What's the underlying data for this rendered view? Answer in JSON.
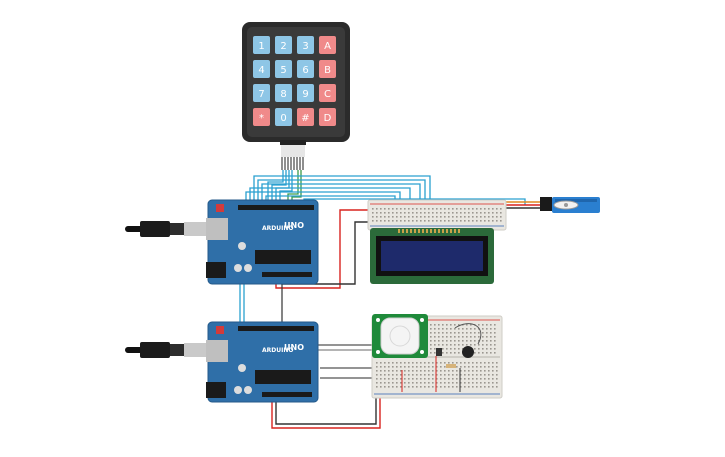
{
  "keypad": {
    "keys": [
      {
        "label": "1",
        "kind": "num"
      },
      {
        "label": "2",
        "kind": "num"
      },
      {
        "label": "3",
        "kind": "num"
      },
      {
        "label": "A",
        "kind": "fn"
      },
      {
        "label": "4",
        "kind": "num"
      },
      {
        "label": "5",
        "kind": "num"
      },
      {
        "label": "6",
        "kind": "num"
      },
      {
        "label": "B",
        "kind": "fn"
      },
      {
        "label": "7",
        "kind": "num"
      },
      {
        "label": "8",
        "kind": "num"
      },
      {
        "label": "9",
        "kind": "num"
      },
      {
        "label": "C",
        "kind": "fn"
      },
      {
        "label": "*",
        "kind": "fn"
      },
      {
        "label": "0",
        "kind": "num"
      },
      {
        "label": "#",
        "kind": "fn"
      },
      {
        "label": "D",
        "kind": "fn"
      }
    ]
  },
  "boards": {
    "top": {
      "brand": "ARDUINO",
      "model": "UNO"
    },
    "bottom": {
      "brand": "ARDUINO",
      "model": "UNO"
    }
  },
  "colors": {
    "board": "#2f6fa8",
    "board_edge": "#245a8a",
    "key_num": "#8ec6e6",
    "key_fn": "#f08a8a",
    "wire_blue": "#2aa0d0",
    "wire_red": "#d9231f",
    "wire_black": "#333333",
    "wire_gray": "#888888",
    "lcd_frame": "#2b6a3a",
    "lcd_screen": "#1e2a6b",
    "pir_board": "#1f8a3a",
    "servo": "#2a7fd0",
    "breadboard": "#e9e7e1"
  },
  "icons": [
    "usb-cable-icon",
    "reset-button-icon",
    "power-jack-icon",
    "servo-horn-icon",
    "pir-dome-icon"
  ]
}
